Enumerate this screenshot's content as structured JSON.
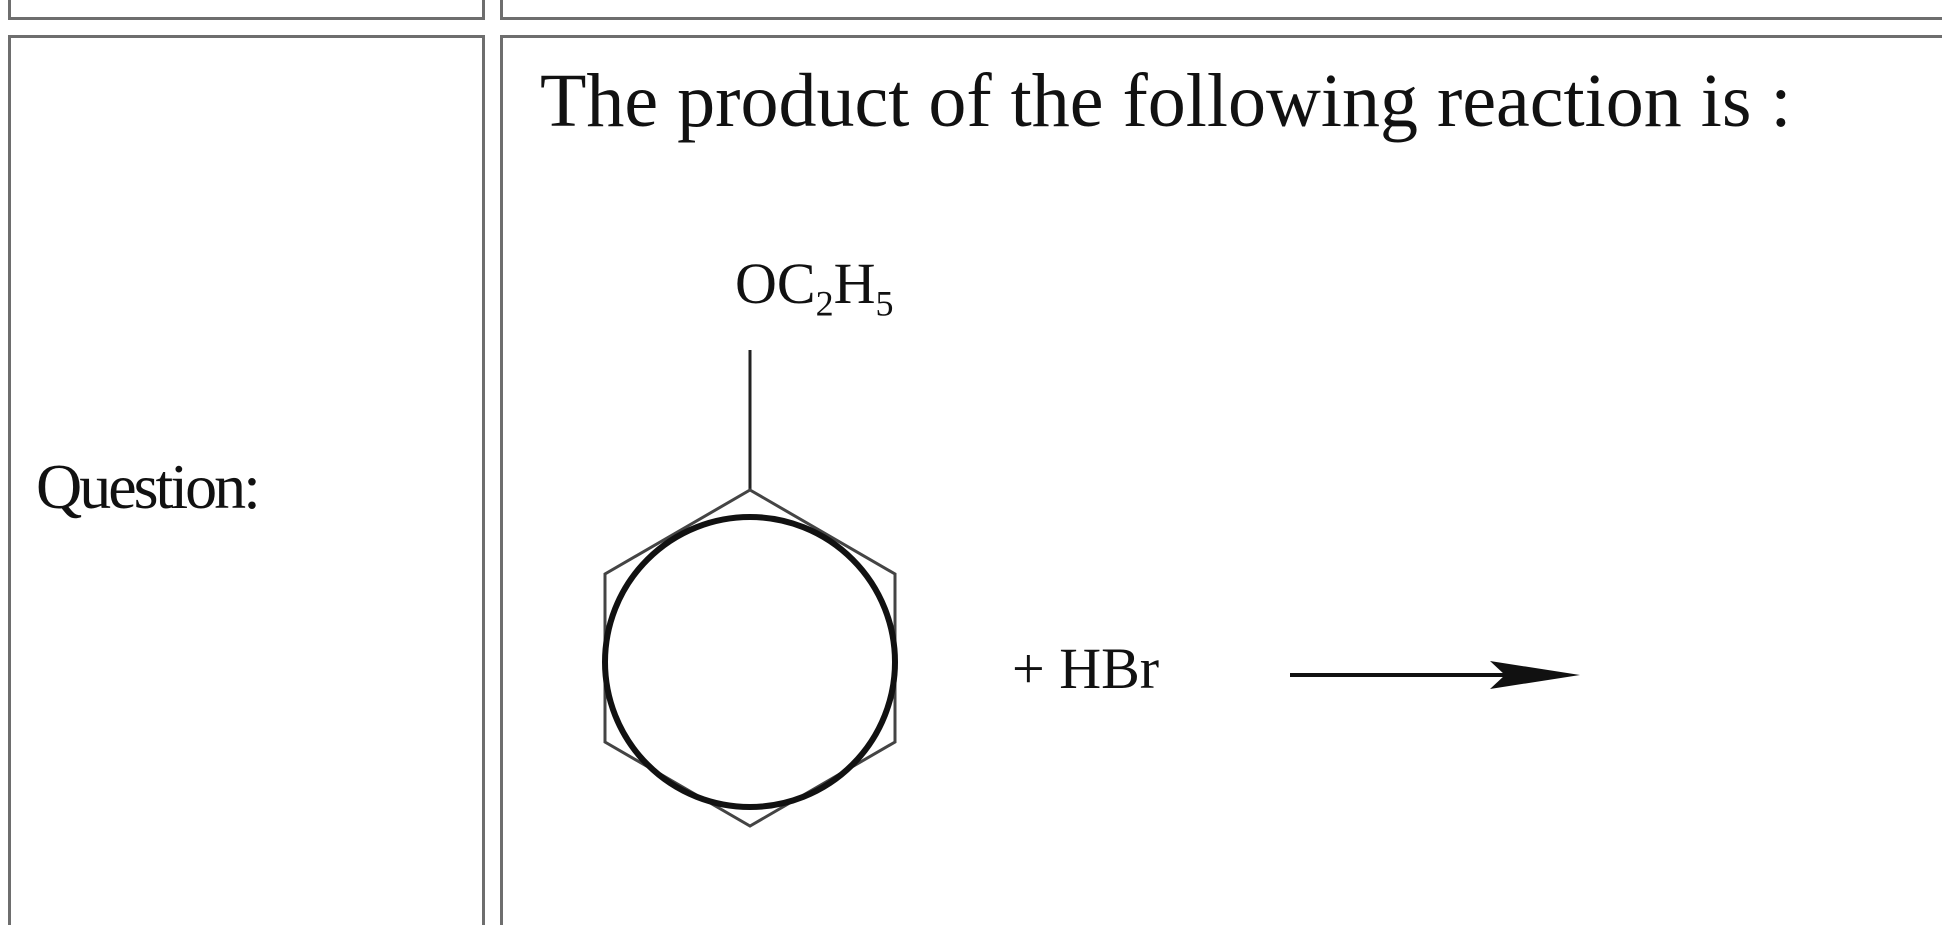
{
  "question": {
    "label": "Question:",
    "text": "The product of the following reaction is :",
    "reactant": {
      "formula_prefix": "OC",
      "formula_sub1": "2",
      "formula_mid": "H",
      "formula_sub2": "5",
      "ring": "benzene-ring-icon"
    },
    "reagent": "+ HBr",
    "arrow": "reaction-arrow-icon"
  }
}
